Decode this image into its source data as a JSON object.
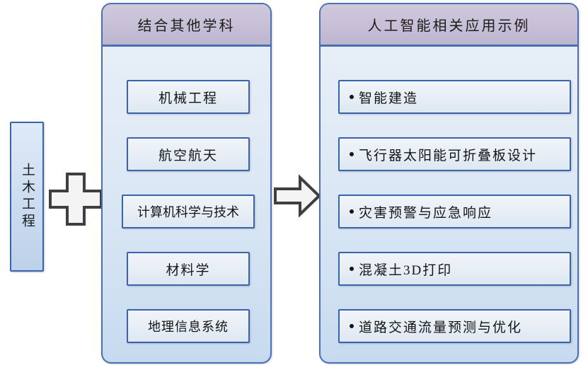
{
  "diagram": {
    "title_hidden": "",
    "left": {
      "label": "土木工程",
      "name": "civil-engineering-box"
    },
    "operator_plus": "+",
    "operator_arrow": "→",
    "middle": {
      "header": "结合其他学科",
      "items": [
        {
          "label": "机械工程"
        },
        {
          "label": "航空航天"
        },
        {
          "label": "计算机科学与技术"
        },
        {
          "label": "材料学"
        },
        {
          "label": "地理信息系统"
        }
      ]
    },
    "right": {
      "header": "人工智能相关应用示例",
      "items": [
        {
          "label": "智能建造"
        },
        {
          "label": "飞行器太阳能可折叠板设计"
        },
        {
          "label": "灾害预警与应急响应"
        },
        {
          "label": "混凝土3D打印"
        },
        {
          "label": "道路交通流量预测与优化"
        }
      ]
    },
    "colors": {
      "panel_border": "#4a6fb5",
      "box_border": "#3b63ab",
      "header_fill": "#c6bfd6",
      "panel_fill": "#e1ebf6",
      "box_fill": "#e9eff6",
      "shape_outline": "#3f3f3f",
      "shape_fill": "#f4f4f4",
      "text": "#151515"
    }
  }
}
